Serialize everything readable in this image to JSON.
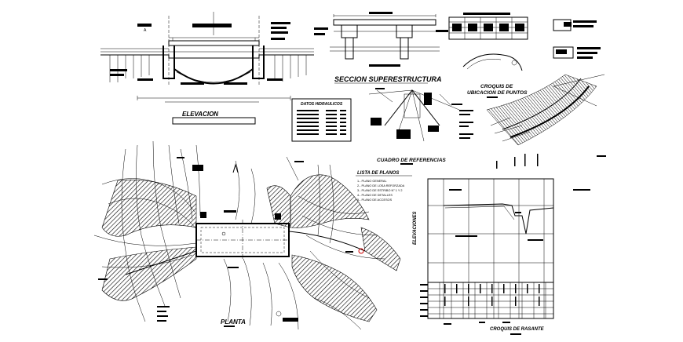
{
  "titles": {
    "elevacion": "ELEVACION",
    "seccion_superestructura": "SECCION SUPERESTRUCTURA",
    "croquis_ubicacion_1": "CROQUIS DE",
    "croquis_ubicacion_2": "UBICACION DE PUNTOS",
    "cuadro_referencias": "CUADRO DE REFERENCIAS",
    "lista_planos": "LISTA DE PLANOS",
    "planta": "PLANTA",
    "croquis_rasante": "CROQUIS DE RASANTE",
    "elevaciones": "ELEVACIONES"
  },
  "lista_planos_items": [
    "1.- PLANO GENERAL",
    "2.- PLANO DE LOSA REFORZADA",
    "3.- PLANO DE ESTRIBO N° 1 Y 2",
    "4.- PLANO DE DETALLES",
    "5.- PLANO DE ACCESOS"
  ],
  "datos_hidraulicos_title": "DATOS HIDRAULICOS"
}
